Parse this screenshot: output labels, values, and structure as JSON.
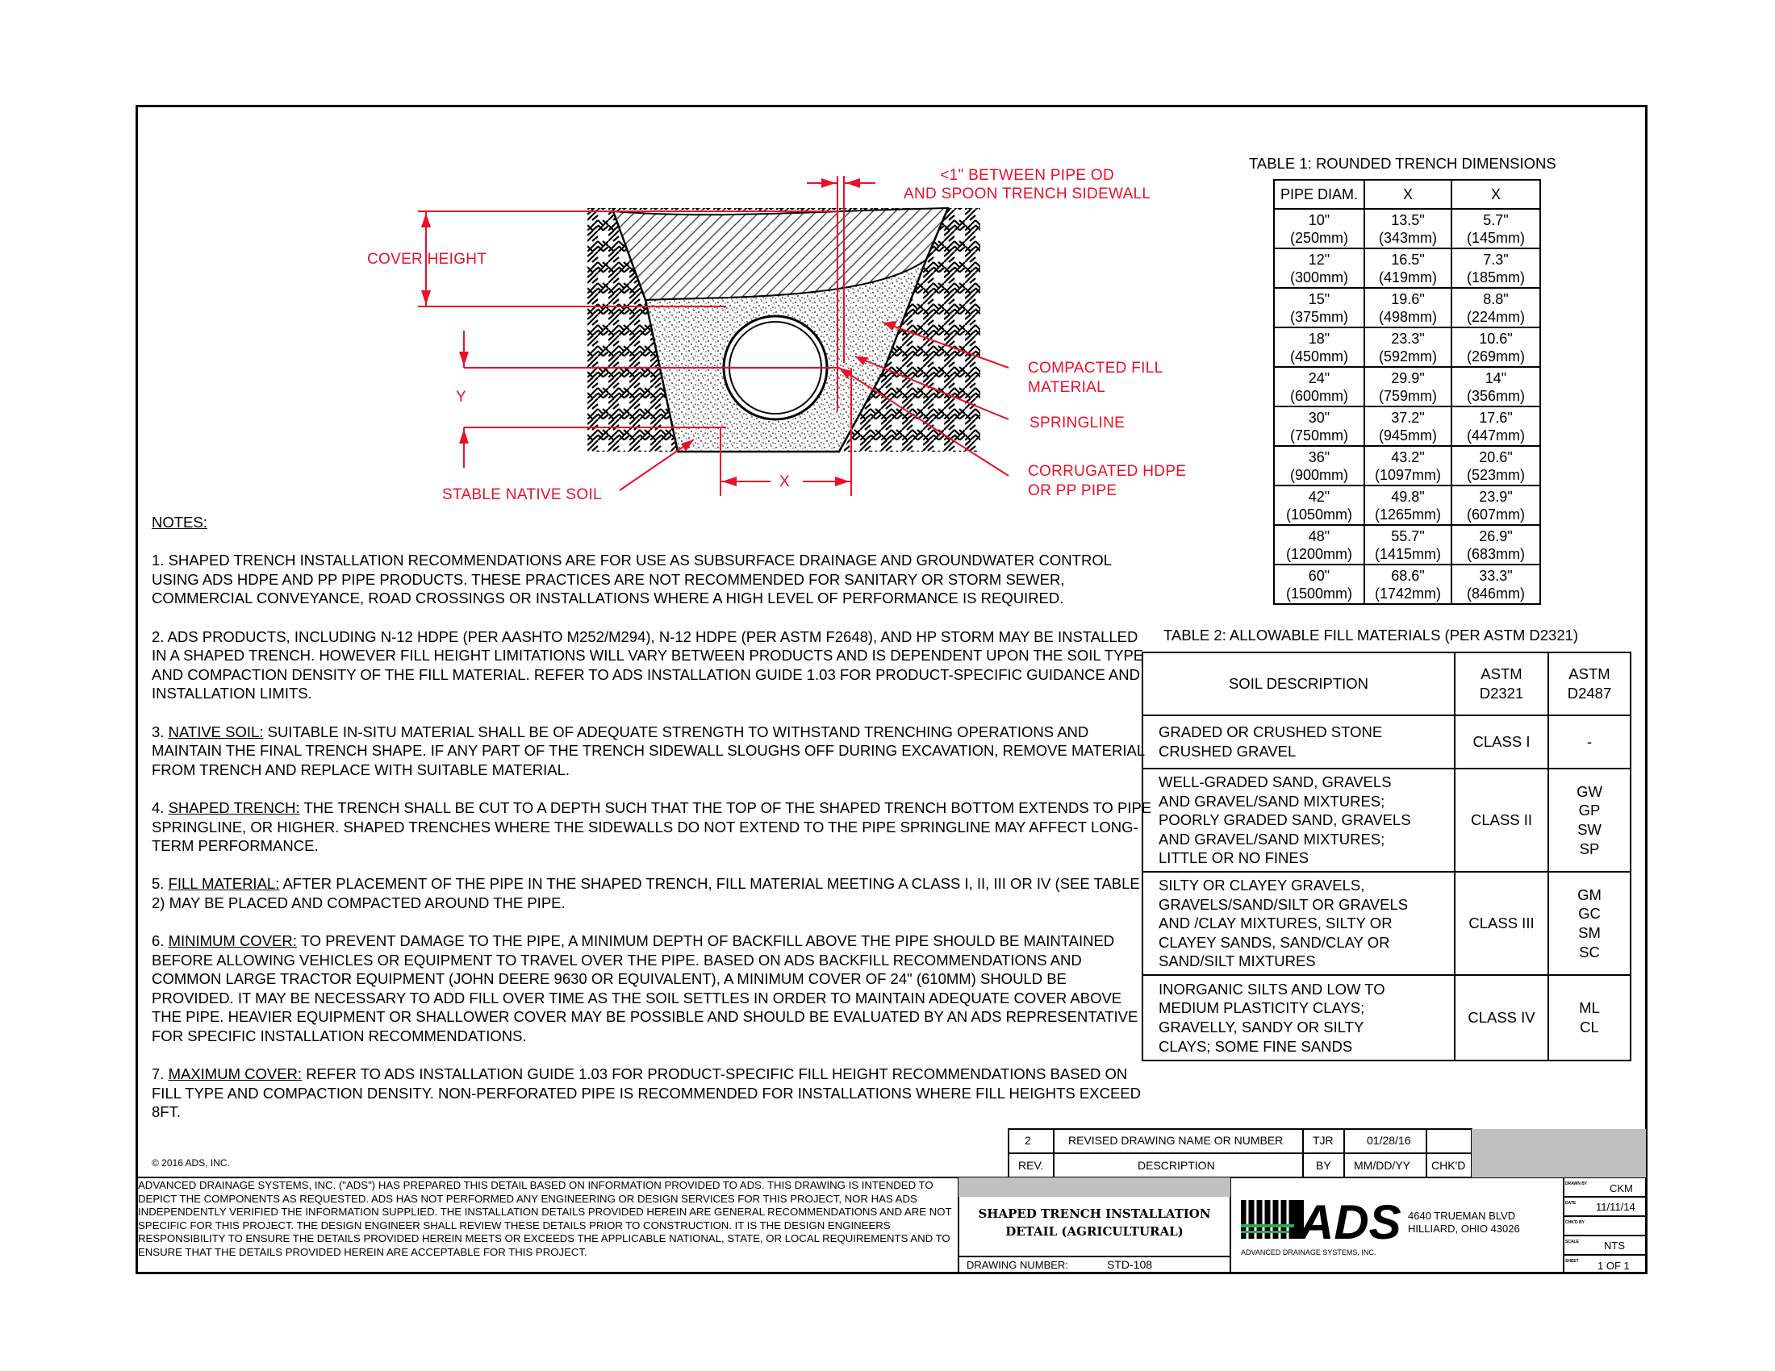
{
  "diagram": {
    "labels": {
      "gap": "<1\" BETWEEN PIPE OD\nAND SPOON TRENCH SIDEWALL",
      "cover_height": "COVER HEIGHT",
      "y": "Y",
      "x": "X",
      "compacted_fill_1": "COMPACTED FILL",
      "compacted_fill_2": "MATERIAL",
      "springline": "SPRINGLINE",
      "pipe_1": "CORRUGATED HDPE",
      "pipe_2": "OR PP PIPE",
      "native_soil": "STABLE NATIVE SOIL"
    }
  },
  "notes": {
    "heading": "NOTES:",
    "n1": "1.  SHAPED TRENCH INSTALLATION RECOMMENDATIONS ARE FOR USE AS SUBSURFACE DRAINAGE AND GROUNDWATER CONTROL USING ADS HDPE AND PP PIPE PRODUCTS. THESE PRACTICES ARE NOT RECOMMENDED FOR SANITARY OR STORM SEWER, COMMERCIAL CONVEYANCE, ROAD CROSSINGS OR INSTALLATIONS WHERE A HIGH LEVEL OF PERFORMANCE IS REQUIRED.",
    "n2": "2. ADS PRODUCTS, INCLUDING N-12 HDPE (PER AASHTO M252/M294), N-12 HDPE (PER ASTM F2648), AND HP STORM MAY BE INSTALLED IN A SHAPED TRENCH. HOWEVER FILL HEIGHT LIMITATIONS WILL VARY BETWEEN PRODUCTS AND IS DEPENDENT UPON THE SOIL TYPE AND COMPACTION DENSITY OF THE FILL MATERIAL. REFER TO ADS INSTALLATION GUIDE 1.03 FOR PRODUCT-SPECIFIC GUIDANCE AND INSTALLATION LIMITS.",
    "n3_prefix": "3.  ",
    "n3_key": "NATIVE SOIL:",
    "n3": " SUITABLE IN-SITU MATERIAL SHALL BE OF ADEQUATE STRENGTH TO WITHSTAND TRENCHING OPERATIONS AND MAINTAIN THE FINAL TRENCH SHAPE. IF ANY PART OF THE TRENCH SIDEWALL SLOUGHS OFF DURING EXCAVATION, REMOVE MATERIAL FROM TRENCH AND REPLACE WITH SUITABLE MATERIAL.",
    "n4_prefix": "4.  ",
    "n4_key": "SHAPED TRENCH:",
    "n4": " THE TRENCH SHALL BE CUT TO A DEPTH SUCH THAT THE TOP OF THE SHAPED TRENCH BOTTOM EXTENDS TO PIPE SPRINGLINE, OR HIGHER. SHAPED TRENCHES WHERE THE SIDEWALLS DO NOT EXTEND TO THE PIPE SPRINGLINE MAY AFFECT LONG-TERM PERFORMANCE.",
    "n5_prefix": "5. ",
    "n5_key": "FILL MATERIAL:",
    "n5": " AFTER PLACEMENT OF THE PIPE IN THE SHAPED TRENCH, FILL MATERIAL MEETING A CLASS I, II, III OR IV (SEE TABLE 2) MAY BE PLACED AND COMPACTED AROUND THE PIPE.",
    "n6_prefix": "6. ",
    "n6_key": "MINIMUM COVER:",
    "n6": " TO PREVENT DAMAGE TO THE PIPE, A MINIMUM DEPTH OF BACKFILL ABOVE THE PIPE SHOULD BE MAINTAINED BEFORE ALLOWING VEHICLES OR EQUIPMENT TO TRAVEL OVER THE PIPE. BASED ON ADS BACKFILL RECOMMENDATIONS AND COMMON LARGE TRACTOR EQUIPMENT (JOHN DEERE 9630 OR EQUIVALENT), A MINIMUM COVER OF 24\" (610MM) SHOULD BE PROVIDED. IT MAY BE NECESSARY TO ADD FILL OVER TIME AS THE SOIL SETTLES IN ORDER TO MAINTAIN ADEQUATE COVER ABOVE THE PIPE. HEAVIER EQUIPMENT OR SHALLOWER COVER MAY BE POSSIBLE AND SHOULD BE EVALUATED BY AN ADS REPRESENTATIVE  FOR SPECIFIC INSTALLATION RECOMMENDATIONS.",
    "n7_prefix": "7. ",
    "n7_key": "MAXIMUM COVER:",
    "n7": " REFER TO ADS INSTALLATION GUIDE 1.03 FOR PRODUCT-SPECIFIC FILL HEIGHT RECOMMENDATIONS BASED ON FILL TYPE AND COMPACTION DENSITY. NON-PERFORATED PIPE IS RECOMMENDED FOR INSTALLATIONS WHERE FILL HEIGHTS EXCEED 8FT."
  },
  "table1": {
    "title": "TABLE 1: ROUNDED TRENCH DIMENSIONS",
    "headers": [
      "PIPE DIAM.",
      "X",
      "X"
    ],
    "rows": [
      [
        "10\"",
        "(250mm)",
        "13.5\"",
        "(343mm)",
        "5.7\"",
        "(145mm)"
      ],
      [
        "12\"",
        "(300mm)",
        "16.5\"",
        "(419mm)",
        "7.3\"",
        "(185mm)"
      ],
      [
        "15\"",
        "(375mm)",
        "19.6\"",
        "(498mm)",
        "8.8\"",
        "(224mm)"
      ],
      [
        "18\"",
        "(450mm)",
        "23.3\"",
        "(592mm)",
        "10.6\"",
        "(269mm)"
      ],
      [
        "24\"",
        "(600mm)",
        "29.9\"",
        "(759mm)",
        "14\"",
        "(356mm)"
      ],
      [
        "30\"",
        "(750mm)",
        "37.2\"",
        "(945mm)",
        "17.6\"",
        "(447mm)"
      ],
      [
        "36\"",
        "(900mm)",
        "43.2\"",
        "(1097mm)",
        "20.6\"",
        "(523mm)"
      ],
      [
        "42\"",
        "(1050mm)",
        "49.8\"",
        "(1265mm)",
        "23.9\"",
        "(607mm)"
      ],
      [
        "48\"",
        "(1200mm)",
        "55.7\"",
        "(1415mm)",
        "26.9\"",
        "(683mm)"
      ],
      [
        "60\"",
        "(1500mm)",
        "68.6\"",
        "(1742mm)",
        "33.3\"",
        "(846mm)"
      ]
    ]
  },
  "table2": {
    "title": "TABLE 2: ALLOWABLE FILL MATERIALS (PER ASTM D2321)",
    "headers": [
      "SOIL DESCRIPTION",
      "ASTM\nD2321",
      "ASTM\nD2487"
    ],
    "rows": [
      [
        "GRADED OR CRUSHED STONE\nCRUSHED GRAVEL",
        "CLASS I",
        "-"
      ],
      [
        "WELL-GRADED SAND, GRAVELS\nAND GRAVEL/SAND MIXTURES;\nPOORLY GRADED SAND, GRAVELS\nAND GRAVEL/SAND MIXTURES;\nLITTLE OR NO FINES",
        "CLASS II",
        "GW\nGP\nSW\nSP"
      ],
      [
        "SILTY OR CLAYEY GRAVELS,\nGRAVELS/SAND/SILT OR GRAVELS\nAND /CLAY MIXTURES, SILTY OR\nCLAYEY SANDS, SAND/CLAY OR\nSAND/SILT MIXTURES",
        "CLASS III",
        "GM\nGC\nSM\nSC"
      ],
      [
        "INORGANIC SILTS AND LOW TO\nMEDIUM PLASTICITY CLAYS;\nGRAVELLY, SANDY OR SILTY\nCLAYS; SOME FINE SANDS",
        "CLASS IV",
        "ML\nCL"
      ]
    ]
  },
  "revision": {
    "rev_no": "2",
    "description": "REVISED DRAWING NAME OR NUMBER",
    "by": "TJR",
    "date": "01/28/16",
    "hdr_rev": "REV.",
    "hdr_desc": "DESCRIPTION",
    "hdr_by": "BY",
    "hdr_date": "MM/DD/YY",
    "hdr_chk": "CHK'D"
  },
  "title_block": {
    "copyright": "© 2016 ADS, INC.",
    "disclaimer": "ADVANCED DRAINAGE SYSTEMS, INC. (\"ADS\") HAS PREPARED THIS DETAIL BASED ON INFORMATION PROVIDED TO ADS.  THIS DRAWING IS INTENDED TO DEPICT THE COMPONENTS AS REQUESTED.  ADS HAS NOT PERFORMED ANY ENGINEERING OR DESIGN SERVICES FOR THIS PROJECT, NOR HAS ADS INDEPENDENTLY VERIFIED THE INFORMATION SUPPLIED.  THE INSTALLATION DETAILS PROVIDED HEREIN ARE GENERAL RECOMMENDATIONS AND ARE NOT SPECIFIC FOR THIS PROJECT.  THE DESIGN ENGINEER SHALL REVIEW THESE DETAILS PRIOR TO CONSTRUCTION.  IT IS THE DESIGN ENGINEERS RESPONSIBILITY TO ENSURE THE DETAILS PROVIDED HEREIN MEETS OR EXCEEDS THE APPLICABLE NATIONAL, STATE, OR LOCAL REQUIREMENTS AND TO ENSURE THAT THE DETAILS PROVIDED HEREIN ARE ACCEPTABLE FOR THIS PROJECT.",
    "title_1": "SHAPED TRENCH INSTALLATION",
    "title_2": "DETAIL (AGRICULTURAL)",
    "drawing_number_label": "DRAWING NUMBER:",
    "drawing_number": "STD-108",
    "logo_text": "ADS",
    "company": "ADVANCED DRAINAGE SYSTEMS, INC.",
    "address_1": "4640 TRUEMAN BLVD",
    "address_2": "HILLIARD, OHIO 43026",
    "drawn_by_label": "DRAWN BY",
    "drawn_by": "CKM",
    "date_label": "DATE",
    "date": "11/11/14",
    "checked_label": "CHK'D BY",
    "scale_label": "SCALE",
    "scale": "NTS",
    "sheet_label": "SHEET",
    "sheet": "1 OF 1"
  },
  "colors": {
    "annotation": "#e8102a",
    "springline": "#00d8f0",
    "sheet_line": "#000000",
    "header_fill": "#c0c0c0"
  }
}
